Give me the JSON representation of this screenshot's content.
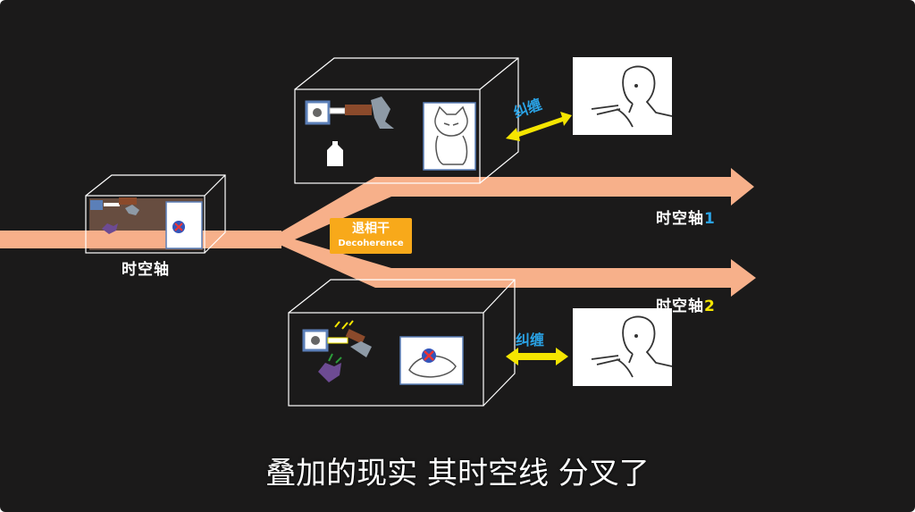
{
  "timeline_main_label": "时空轴",
  "timeline1": {
    "prefix": "时空轴",
    "number": "1",
    "number_color": "#2aa3e6"
  },
  "timeline2": {
    "prefix": "时空轴",
    "number": "2",
    "number_color": "#f5e500"
  },
  "decoherence": {
    "zh": "退相干",
    "en": "Decoherence"
  },
  "entangle_top": "纠缠",
  "entangle_bottom": "纠缠",
  "caption": "叠加的现实 其时空线 分叉了",
  "colors": {
    "background": "#1b1a1a",
    "timeline": "#f7b08a",
    "arrow_yellow": "#f5e500",
    "entangle_text": "#2aa3e6",
    "decoherence_bg": "#f8a91a"
  }
}
